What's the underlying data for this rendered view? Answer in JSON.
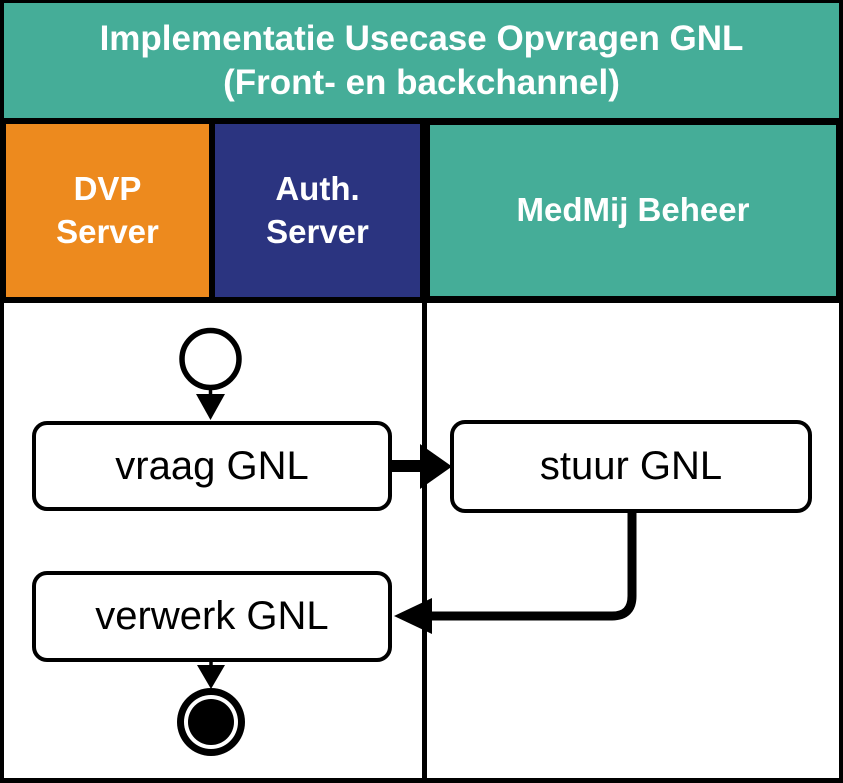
{
  "title": {
    "line1": "Implementatie Usecase Opvragen GNL",
    "line2": "(Front- en backchannel)"
  },
  "lanes": [
    {
      "id": "dvp-server",
      "line1": "DVP",
      "line2": "Server",
      "color": "#ED8A1E"
    },
    {
      "id": "auth-server",
      "line1": "Auth.",
      "line2": "Server",
      "color": "#2B3480"
    },
    {
      "id": "medmij-beheer",
      "line1": "MedMij Beheer",
      "line2": "",
      "color": "#45AD98"
    }
  ],
  "nodes": {
    "start_event": "start-event",
    "vraag": "vraag GNL",
    "stuur": "stuur GNL",
    "verwerk": "verwerk GNL",
    "end_event": "end-event"
  },
  "colors": {
    "teal": "#45AD98",
    "orange": "#ED8A1E",
    "dark_blue": "#2B3480",
    "line": "#000000",
    "task_fill": "#FFFFFF",
    "text_on_color": "#FFFFFF",
    "task_text": "#000000"
  }
}
